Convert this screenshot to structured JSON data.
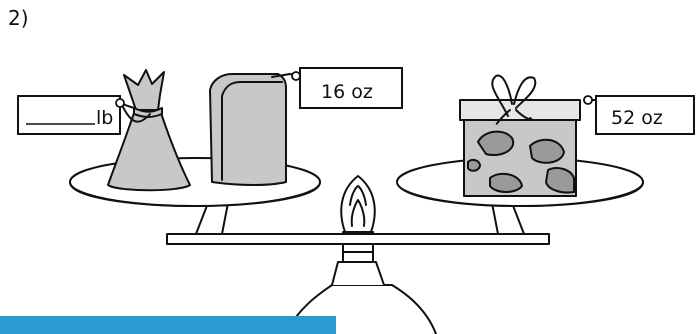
{
  "problem": {
    "number": "2)"
  },
  "tags": {
    "bag": {
      "unit": "lb"
    },
    "box": {
      "weight": "16 oz"
    },
    "gift": {
      "weight": "52 oz"
    }
  },
  "colors": {
    "item_fill": "#c8c8c8",
    "gift_blob": "#9a9a9a",
    "footer_bar": "#2a9bd0"
  }
}
